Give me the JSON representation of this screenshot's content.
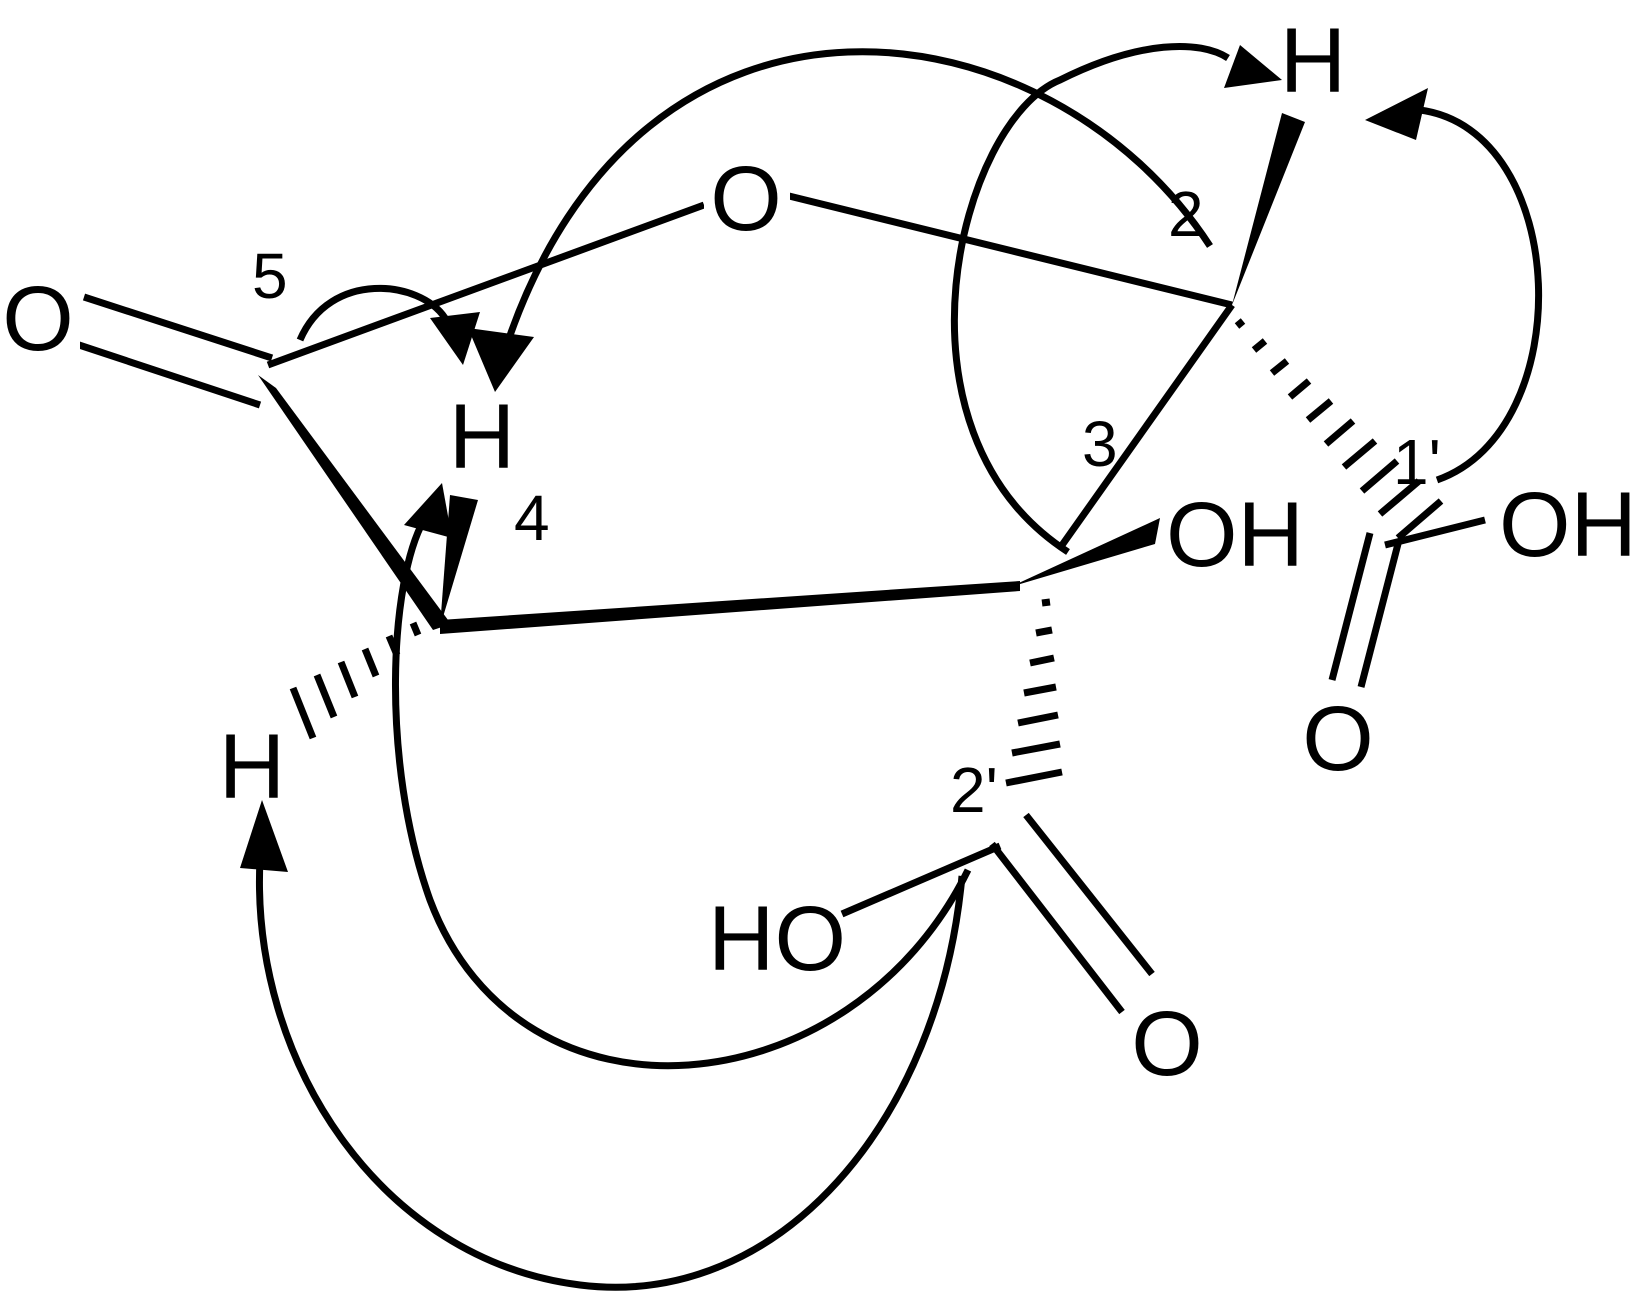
{
  "diagram": {
    "atoms": {
      "ring_oxygen": "O",
      "carbonyl_oxygen_left": "O",
      "h2": "H",
      "h4_top": "H",
      "h4_bottom": "H",
      "oh3": "OH",
      "oh1prime": "OH",
      "o1prime": "O",
      "ho2prime": "HO",
      "o2prime": "O"
    },
    "positions": {
      "c2": "2",
      "c3": "3",
      "c4": "4",
      "c5": "5",
      "c1prime": "1'",
      "c2prime": "2'"
    },
    "arrow_count": 6,
    "color": "#000000"
  }
}
